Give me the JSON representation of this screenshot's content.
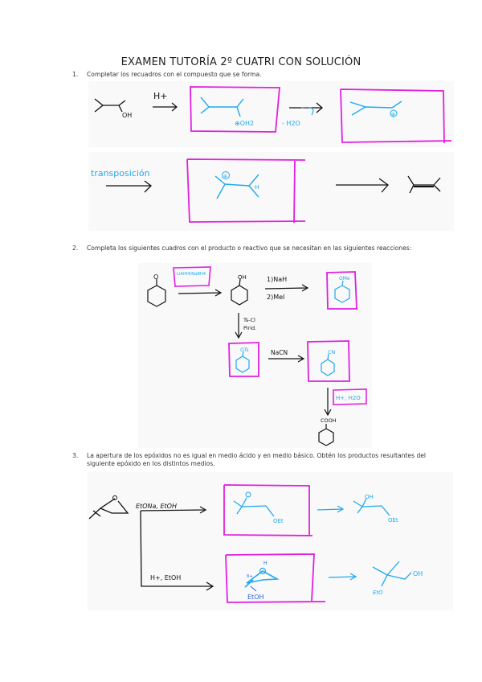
{
  "document": {
    "title": "EXAMEN TUTORÍA 2º CUATRI CON SOLUCIÓN",
    "questions": [
      {
        "number": "1.",
        "text": "Completar los recuadros con el compuesto que se forma.",
        "drawing": {
          "reagent_1": "H+",
          "box_1_label": "⊕OH2",
          "loss_label": "- H2O",
          "box_2_label": "⊕",
          "rearrangement_label": "transposición",
          "box_3_label": "-H",
          "final_product": "alkene"
        }
      },
      {
        "number": "2.",
        "text": "Completa los siguientes cuadros con el producto o reactivo que se necesitan en las siguientes reacciones:",
        "drawing": {
          "start_label": "O",
          "reagent_box_1": "LiAlH4/NaBH4",
          "intermediate_label": "OH",
          "reagent_2a": "1)NaH",
          "reagent_2b": "2)MeI",
          "product_box_ome": "OMe",
          "reagent_3a": "Ts-Cl",
          "reagent_3b": "Pirid.",
          "product_box_ots": "OTs",
          "reagent_4": "NaCN",
          "product_box_cn": "CN",
          "reagent_box_5": "H+, H2O",
          "final_label": "COOH"
        }
      },
      {
        "number": "3.",
        "text": "La apertura de los epóxidos no es igual en medio ácido y en medio básico. Obtén los productos resultantes del siguiente epóxido en los distintos medios.",
        "drawing": {
          "epoxide_o": "O",
          "basic_reagent": "EtONa, EtOH",
          "basic_box_label_top": "O⊖",
          "basic_box_label_end": "OEt",
          "basic_product_top": "OH",
          "basic_product_end": "OEt",
          "acid_reagent": "H+, EtOH",
          "acid_box_h": "H",
          "acid_box_delta": "δ+",
          "acid_box_nucleophile": "EtOH",
          "acid_product_left": "EtO",
          "acid_product_right": "OH"
        }
      }
    ]
  },
  "colors": {
    "ink": "#111111",
    "blue": "#1fa9ef",
    "magenta": "#e020e0",
    "darkblue": "#2b5fe0",
    "panel": "#f9f9f9"
  }
}
